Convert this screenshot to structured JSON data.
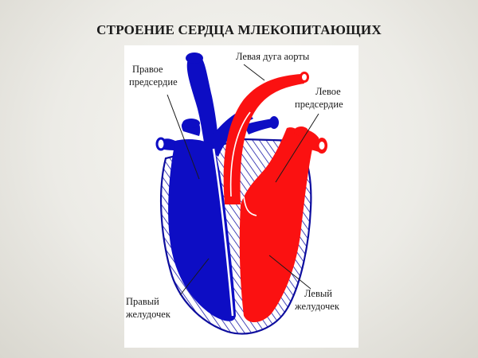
{
  "title": "СТРОЕНИЕ СЕРДЦА МЛЕКОПИТАЮЩИХ",
  "labels": {
    "right_atrium": [
      "Правое",
      "предсердие"
    ],
    "left_aortic_arch": "Левая дуга аорты",
    "left_atrium": [
      "Левое",
      "предсердие"
    ],
    "right_ventricle": [
      "Правый",
      "желудочек"
    ],
    "left_ventricle": [
      "Левый",
      "желудочек"
    ]
  },
  "colors": {
    "venous": "#0d0dc4",
    "arterial": "#fb1111",
    "outline": "#0d0d9e",
    "hatch": "#1a1aa8"
  }
}
